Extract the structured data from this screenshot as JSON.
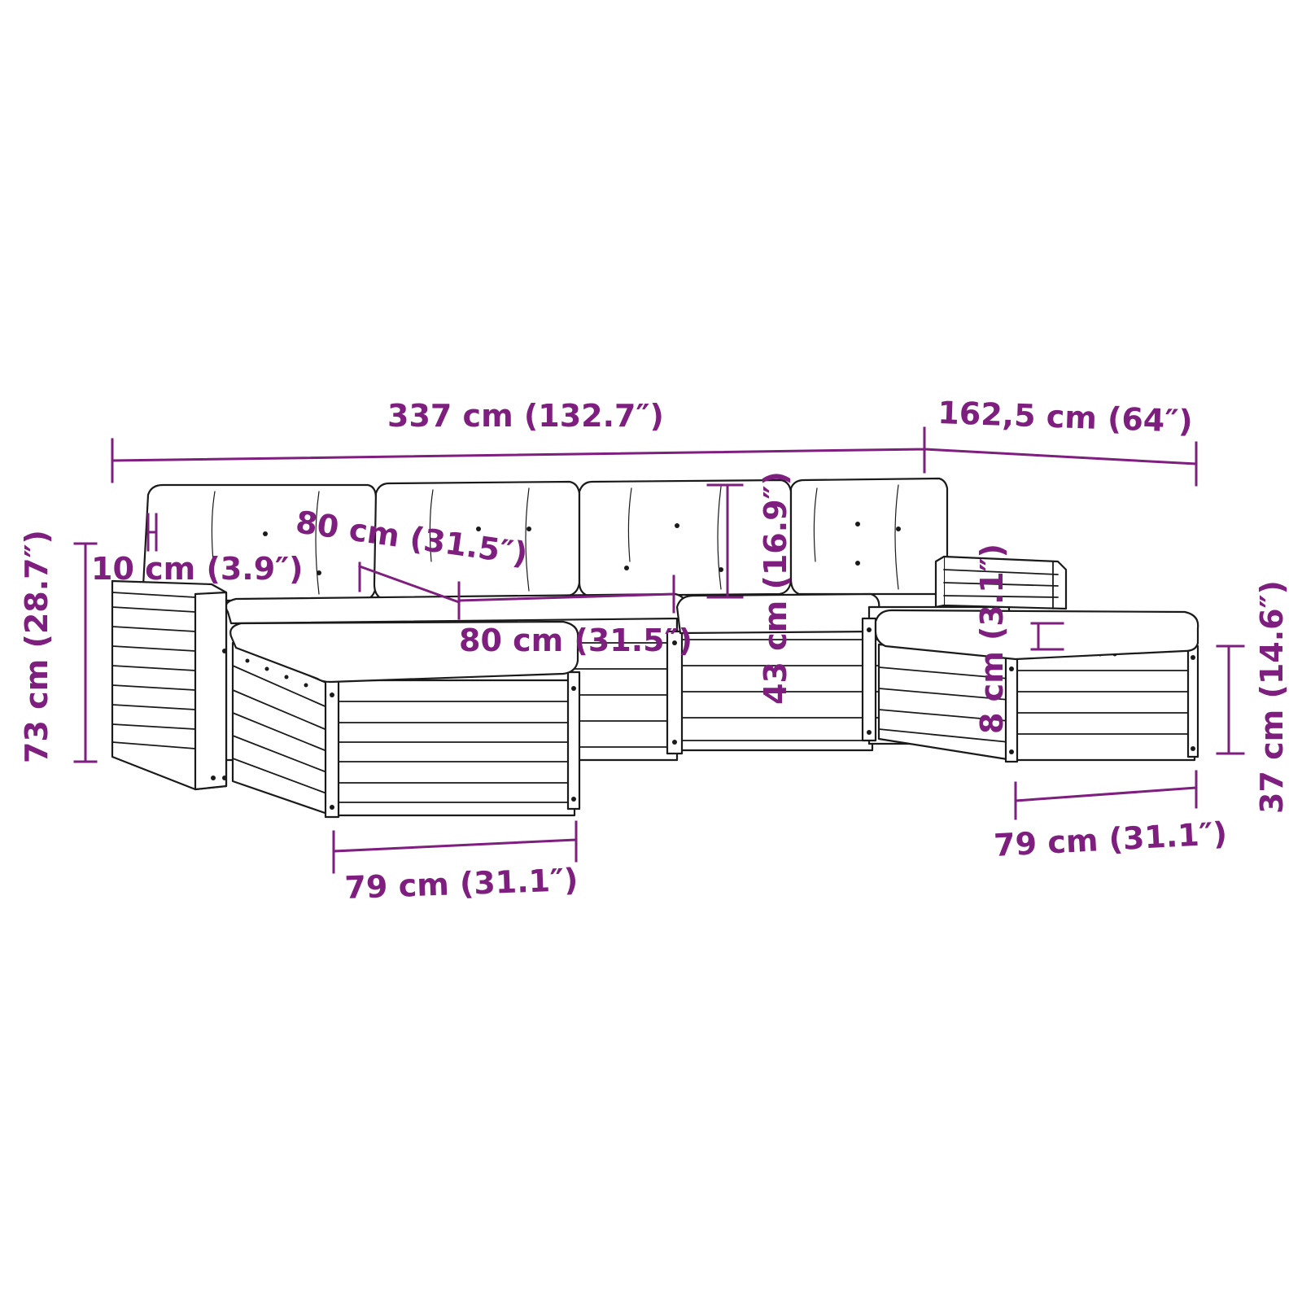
{
  "figure": {
    "dimension_color": "#7e1e7e",
    "line_color": "#1a1a1a",
    "background": "#ffffff"
  },
  "labels": {
    "total_length": "337 cm (132.7″)",
    "side_length": "162,5 cm (64″)",
    "total_height": "73 cm (28.7″)",
    "armrest_width": "10 cm (3.9″)",
    "cushion_depth": "80 cm (31.5″)",
    "seat_width": "80 cm (31.5″)",
    "backrest_height": "43 cm (16.9″)",
    "cushion_thickness": "8 cm (3.1″)",
    "ottoman_height": "37 cm (14.6″)",
    "front_module_width": "79 cm (31.1″)",
    "ottoman_width": "79 cm (31.1″)"
  }
}
